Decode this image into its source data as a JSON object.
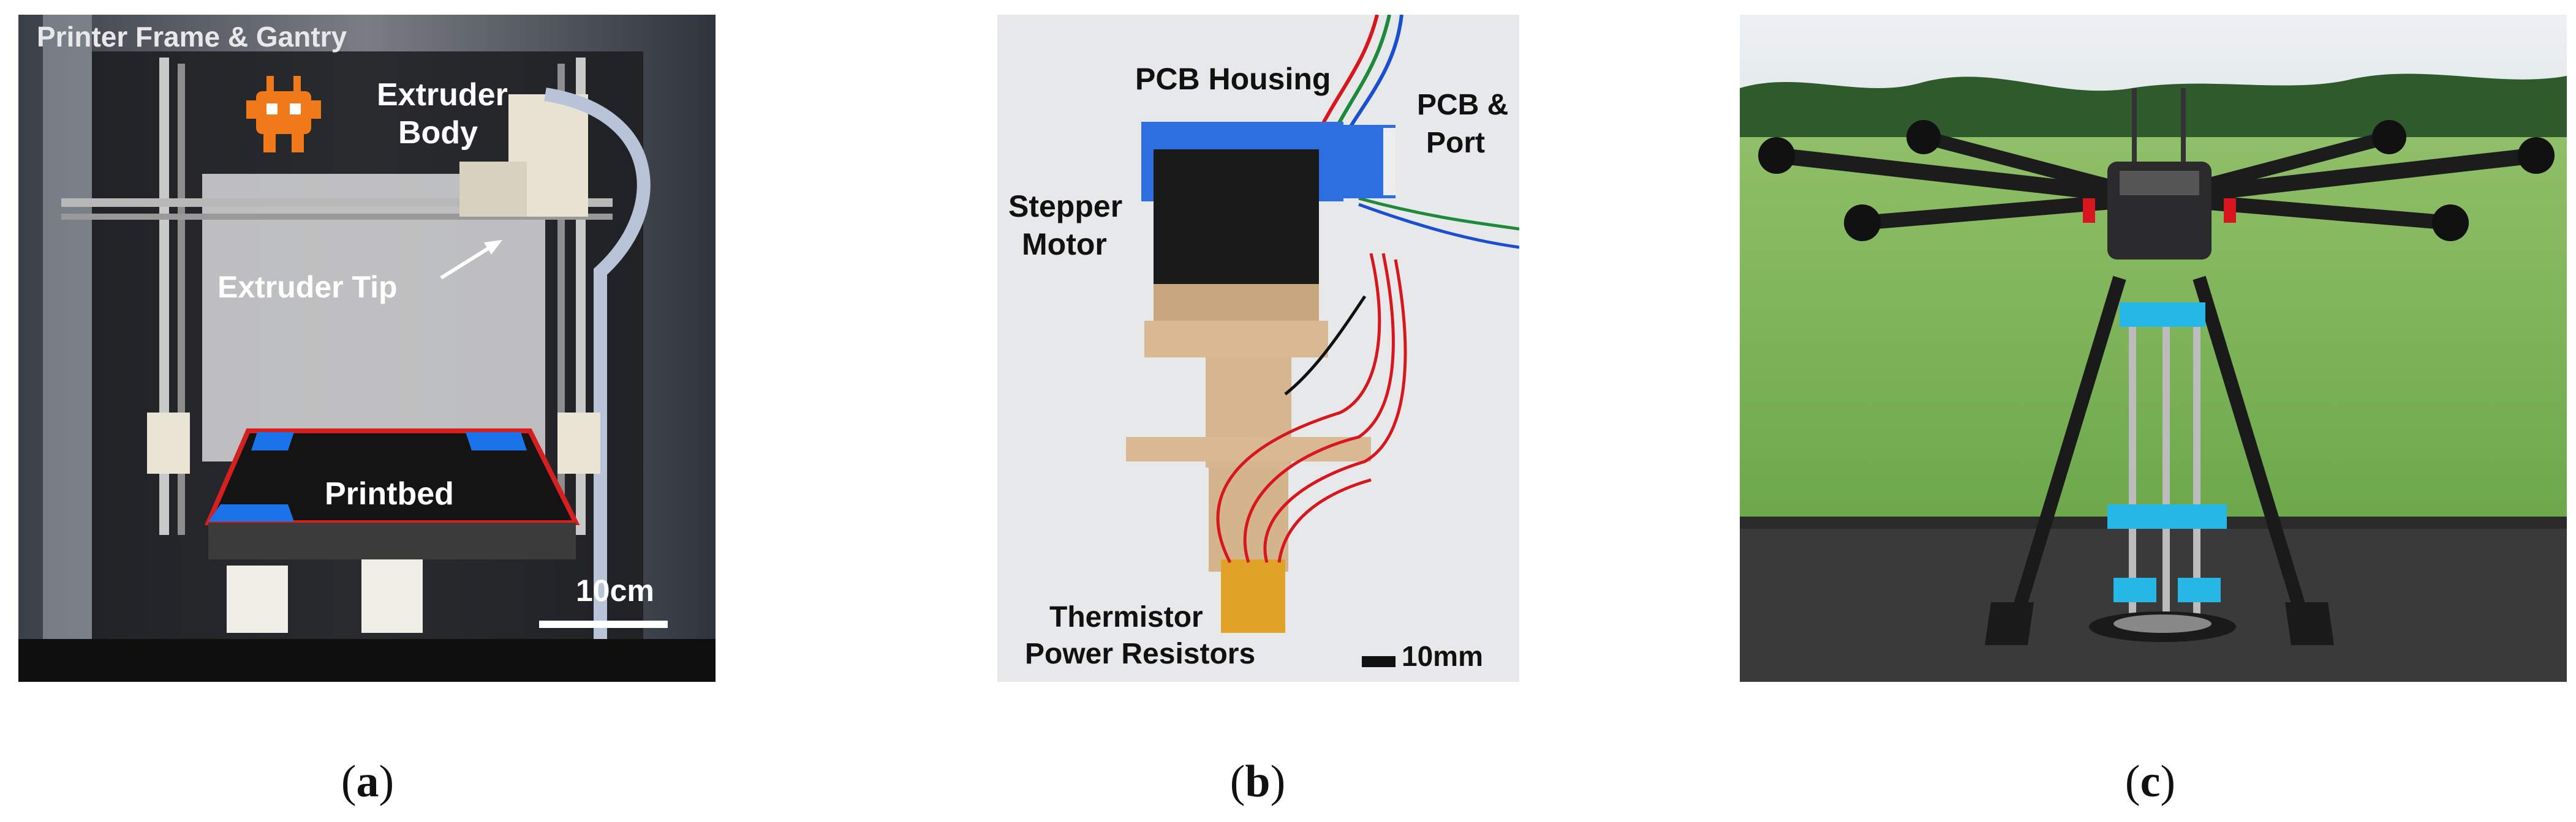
{
  "panels": [
    {
      "id": "a",
      "labels": {
        "frame": "Printer Frame & Gantry",
        "extruder_body_1": "Extruder",
        "extruder_body_2": "Body",
        "extruder_tip": "Extruder Tip",
        "printbed": "Printbed",
        "scale": "10cm"
      },
      "caption_open": "(",
      "caption_letter": "a",
      "caption_close": ")"
    },
    {
      "id": "b",
      "labels": {
        "pcb_housing": "PCB Housing",
        "pcb_port_1": "PCB &",
        "pcb_port_2": "Port",
        "stepper_1": "Stepper",
        "stepper_2": "Motor",
        "thermistor": "Thermistor",
        "power_resistors": "Power Resistors",
        "scale": "10mm"
      },
      "caption_open": "(",
      "caption_letter": "b",
      "caption_close": ")"
    },
    {
      "id": "c",
      "caption_open": "(",
      "caption_letter": "c",
      "caption_close": ")"
    }
  ],
  "colors": {
    "logo_orange": "#f07a1a",
    "tape_blue": "#1a73e8",
    "housing_blue": "#2d6fe0",
    "print_blue": "#27b7e6",
    "wire_red": "#d8161e",
    "grass": "#6fae4a",
    "sky": "#e9edf1"
  }
}
